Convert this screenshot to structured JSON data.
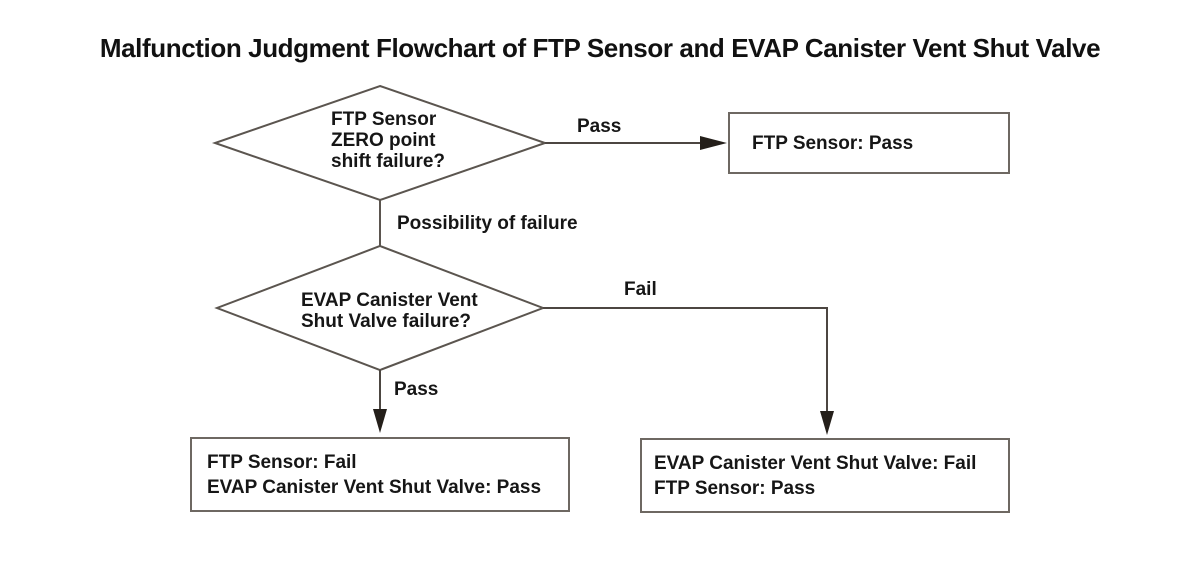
{
  "title": "Malfunction Judgment Flowchart of FTP Sensor and EVAP Canister Vent Shut Valve",
  "colors": {
    "shape_stroke": "#5b554f",
    "box_border": "#6e6862",
    "arrowhead": "#241f1a",
    "text": "#161616",
    "background": "#ffffff"
  },
  "nodes": {
    "decision1": {
      "lines": [
        "FTP Sensor",
        "ZERO point",
        "shift failure?"
      ]
    },
    "decision2": {
      "lines": [
        "EVAP Canister Vent",
        "Shut Valve failure?"
      ]
    },
    "box_ftp_pass": {
      "lines": [
        "FTP Sensor: Pass"
      ]
    },
    "box_ftp_fail": {
      "lines": [
        "FTP Sensor: Fail",
        "EVAP Canister Vent Shut Valve: Pass"
      ]
    },
    "box_evap_fail": {
      "lines": [
        "EVAP Canister Vent Shut Valve: Fail",
        "FTP Sensor: Pass"
      ]
    }
  },
  "edge_labels": {
    "pass_right": "Pass",
    "possibility": "Possibility of failure",
    "fail": "Fail",
    "pass_down": "Pass"
  }
}
